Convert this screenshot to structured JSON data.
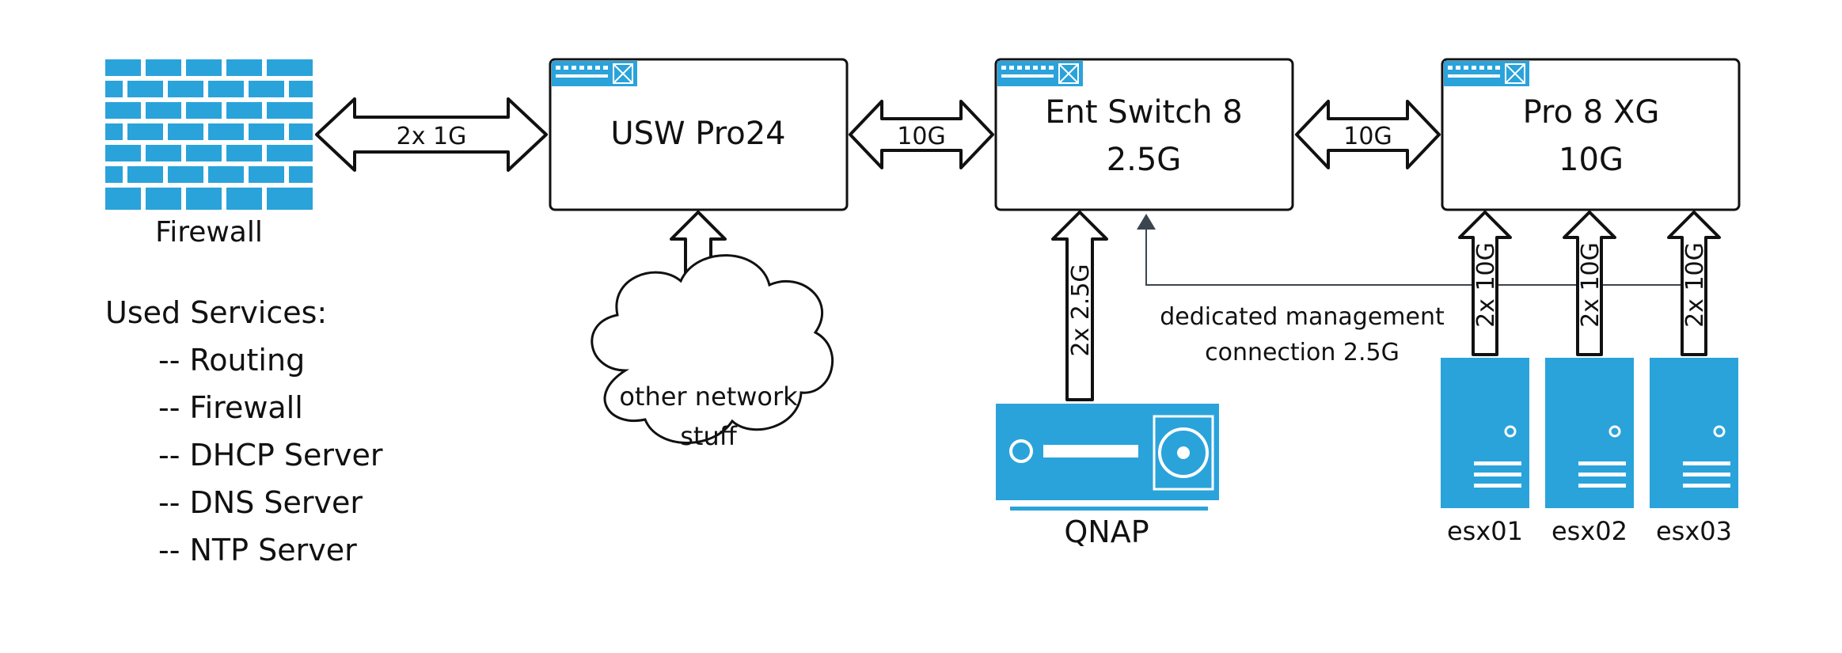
{
  "firewall": {
    "label": "Firewall"
  },
  "services": {
    "title": "Used Services:",
    "items": [
      "-- Routing",
      "-- Firewall",
      "-- DHCP Server",
      "-- DNS Server",
      "-- NTP Server"
    ]
  },
  "switches": {
    "usw": {
      "line1": "USW Pro24"
    },
    "ent": {
      "line1": "Ent Switch 8",
      "line2": "2.5G"
    },
    "pro": {
      "line1": "Pro 8 XG",
      "line2": "10G"
    }
  },
  "links": {
    "fw_usw": "2x 1G",
    "usw_ent": "10G",
    "ent_pro": "10G",
    "qnap_ent": "2x 2.5G",
    "esx01": "2x 10G",
    "esx02": "2x 10G",
    "esx03": "2x 10G"
  },
  "cloud": {
    "line1": "other network",
    "line2": "stuff"
  },
  "management": {
    "line1": "dedicated management",
    "line2": "connection 2.5G"
  },
  "qnap": {
    "label": "QNAP"
  },
  "servers": {
    "esx01": "esx01",
    "esx02": "esx02",
    "esx03": "esx03"
  },
  "colors": {
    "device_blue": "#2aa3db",
    "line": "#111111",
    "mgmt_line": "#3a4550"
  }
}
